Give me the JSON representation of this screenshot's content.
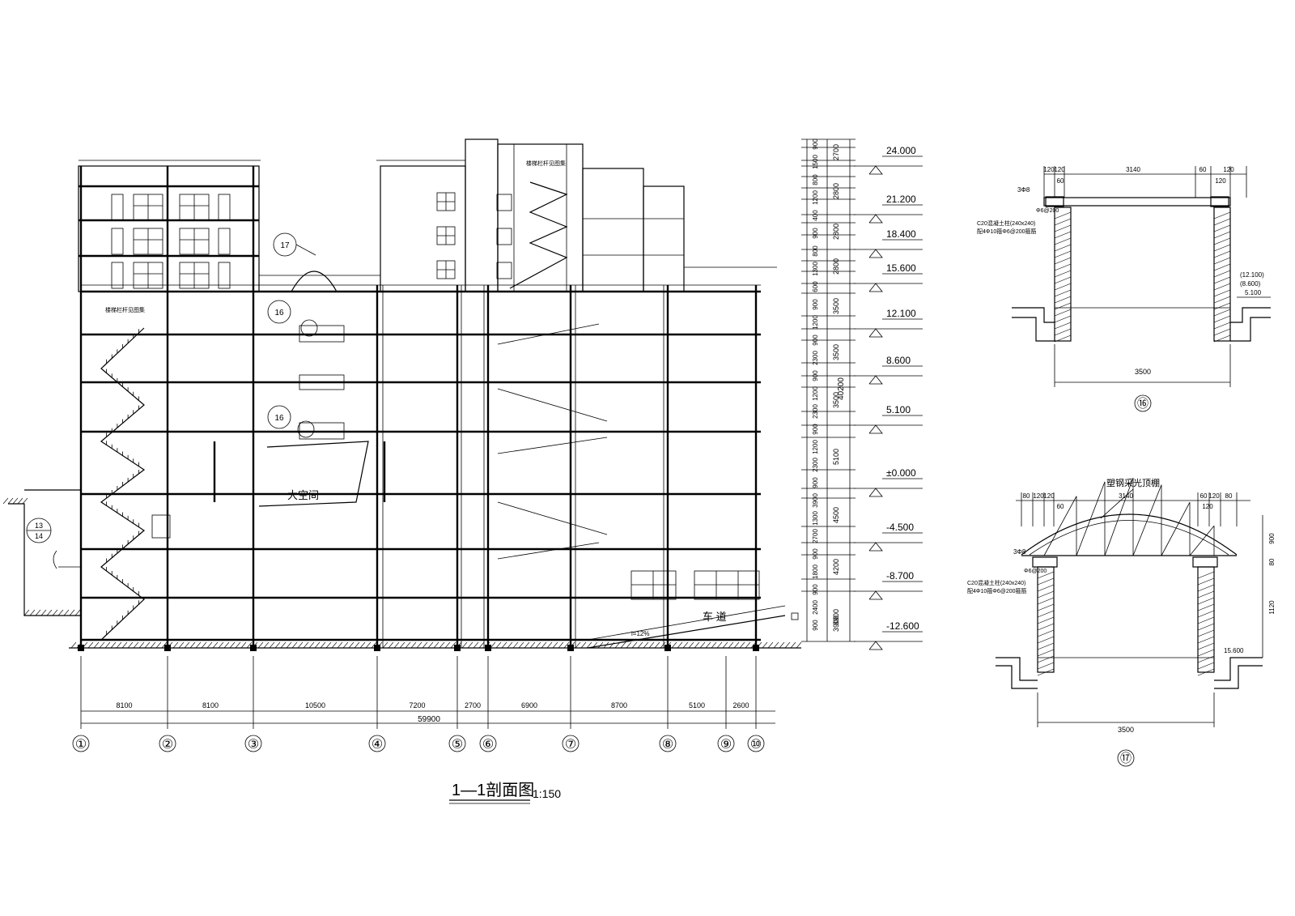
{
  "section": {
    "title": "1—1剖面图",
    "scale": "1:150",
    "axis_labels": [
      "①",
      "②",
      "③",
      "④",
      "⑤",
      "⑥",
      "⑦",
      "⑧",
      "⑨",
      "⑩"
    ],
    "bay_dims": [
      "8100",
      "8100",
      "10500",
      "7200",
      "2700",
      "6900",
      "8700",
      "5100",
      "2600"
    ],
    "total_dim": "59900",
    "annotations": {
      "atrium": "大空间",
      "ramp": "车  道",
      "slope": "i=12%",
      "stair_note_1": "楼梯栏杆见图集",
      "stair_note_2": "楼梯栏杆见图集",
      "callout_17": "17",
      "callout_16a": "16",
      "callout_16b": "16",
      "callout_13": "13",
      "callout_14": "14"
    },
    "elevations": [
      "24.000",
      "21.200",
      "18.400",
      "15.600",
      "12.100",
      "8.600",
      "5.100",
      "±0.000",
      "-4.500",
      "-8.700",
      "-12.600"
    ],
    "storey_dims": [
      "2700",
      "2800",
      "2800",
      "2800",
      "3500",
      "3500",
      "3500",
      "5100",
      "4500",
      "4200",
      "3900",
      "3900"
    ],
    "detail_dims": [
      "900",
      "1500",
      "800",
      "1200",
      "400",
      "900",
      "800",
      "1300",
      "600",
      "900",
      "1200",
      "900",
      "2300",
      "900",
      "1200",
      "2300",
      "900",
      "1200",
      "2300",
      "900",
      "3900",
      "1300",
      "2700",
      "900",
      "1800",
      "900",
      "2400",
      "900"
    ],
    "total_height": "40200"
  },
  "detail16": {
    "label": "⑯",
    "top_dims": [
      "120",
      "120",
      "3140",
      "60",
      "120"
    ],
    "sub_dim_left": "60",
    "sub_dim_right": "120",
    "bottom_dim": "3500",
    "note_bar": "3Φ8",
    "note_stirrup": "Φ6@200",
    "note_beam_1": "C20混凝土柱(240x240)",
    "note_beam_2": "配4Φ10箍Φ6@200箍筋",
    "elev_1": "(12.100)",
    "elev_2": "(8.600)",
    "elev_3": "5.100"
  },
  "detail17": {
    "label": "⑰",
    "roof_note": "塑钢采光顶棚",
    "top_dims": [
      "80",
      "120",
      "120",
      "3140",
      "60",
      "120",
      "80"
    ],
    "sub_dim_left": "60",
    "sub_dim_right": "120",
    "right_dims": [
      "900",
      "80",
      "1120"
    ],
    "bottom_dim": "3500",
    "note_bar": "3Φ8",
    "note_stirrup": "Φ6@200",
    "note_beam_1": "C20混凝土柱(240x240)",
    "note_beam_2": "配4Φ10箍Φ6@200箍筋",
    "elev": "15.600"
  }
}
